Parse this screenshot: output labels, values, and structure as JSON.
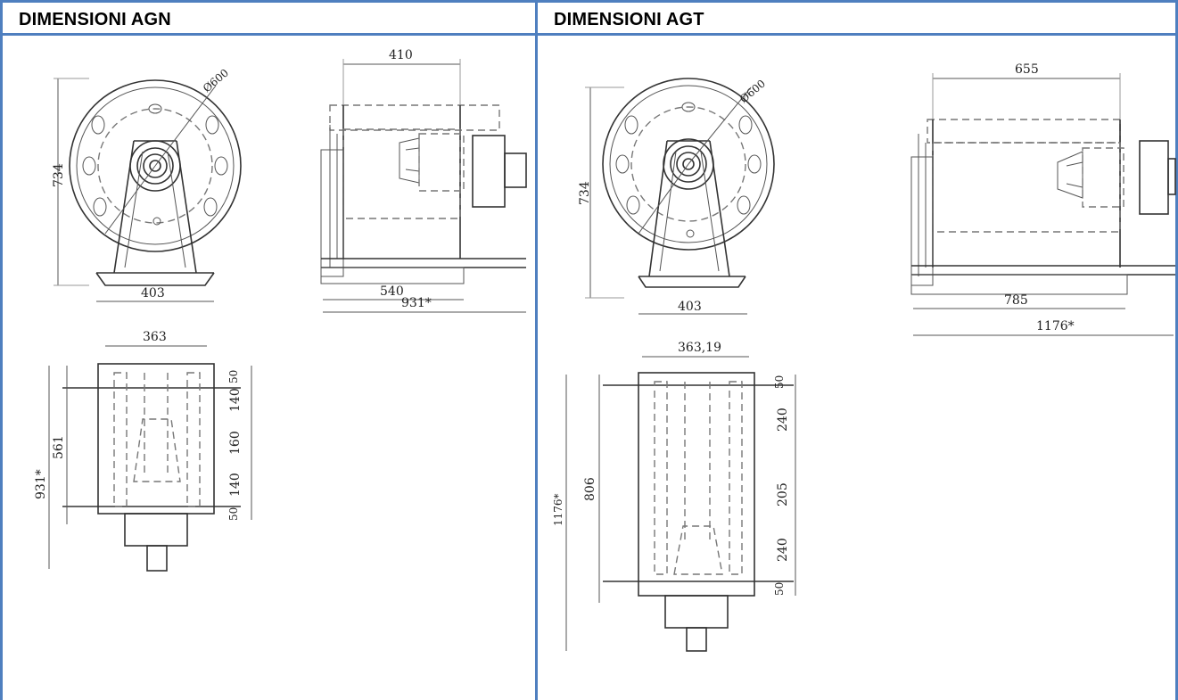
{
  "headers": {
    "agn": "DIMENSIONI AGN",
    "agt": "DIMENSIONI AGT"
  },
  "agn": {
    "side_height": "734",
    "diameter": "Ø600",
    "base_width": "403",
    "top_width": "410",
    "front_width": "540",
    "front_total": "931*",
    "plan_width": "363",
    "plan_total": "931*",
    "plan_inner": "561",
    "plan_seg1": "50",
    "plan_seg2": "140",
    "plan_seg3": "160",
    "plan_seg4": "140",
    "plan_seg5": "50"
  },
  "agt": {
    "side_height": "734",
    "diameter": "Ø600",
    "base_width": "403",
    "top_width": "655",
    "front_width": "785",
    "front_total": "1176*",
    "plan_width": "363,19",
    "plan_total": "1176*",
    "plan_inner": "806",
    "plan_seg1": "50",
    "plan_seg2": "240",
    "plan_seg3": "205",
    "plan_seg4": "240",
    "plan_seg5": "50"
  }
}
